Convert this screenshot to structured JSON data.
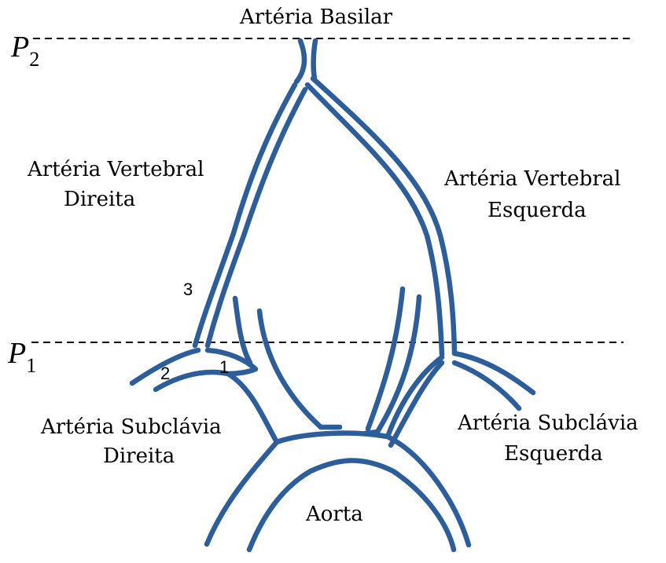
{
  "colors": {
    "vessel": "#2e5e9a",
    "reference_line": "#000000",
    "text": "#000000",
    "background": "#ffffff"
  },
  "labels": {
    "basilar": "Artéria Basilar",
    "right_vertebral_line1": "Artéria Vertebral",
    "right_vertebral_line2": "Direita",
    "left_vertebral_line1": "Artéria Vertebral",
    "left_vertebral_line2": "Esquerda",
    "right_subclavian_line1": "Artéria Subclávia",
    "right_subclavian_line2": "Direita",
    "left_subclavian_line1": "Artéria Subclávia",
    "left_subclavian_line2": "Esquerda",
    "aorta": "Aorta"
  },
  "levels": {
    "p1": {
      "letter": "P",
      "subscript": "1"
    },
    "p2": {
      "letter": "P",
      "subscript": "2"
    }
  },
  "segments": {
    "one": "1",
    "two": "2",
    "three": "3"
  }
}
